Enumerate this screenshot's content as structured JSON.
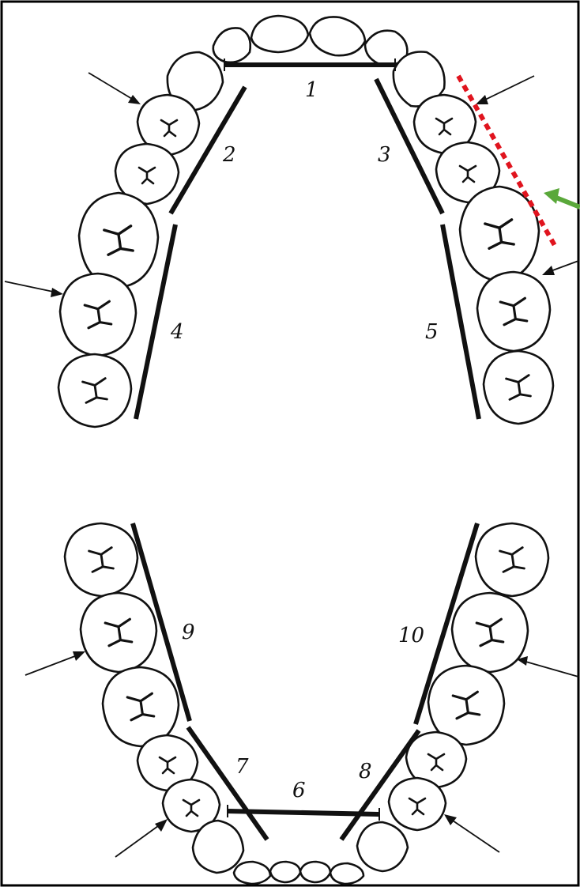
{
  "segments": [
    {
      "id": "1",
      "label": "1"
    },
    {
      "id": "2",
      "label": "2"
    },
    {
      "id": "3",
      "label": "3"
    },
    {
      "id": "4",
      "label": "4"
    },
    {
      "id": "5",
      "label": "5"
    },
    {
      "id": "6",
      "label": "6"
    },
    {
      "id": "7",
      "label": "7"
    },
    {
      "id": "8",
      "label": "8"
    },
    {
      "id": "9",
      "label": "9"
    },
    {
      "id": "10",
      "label": "10"
    }
  ],
  "annotations": {
    "dotted_line_color": "#e0141e",
    "green_arrow_color": "#5aa83a"
  }
}
